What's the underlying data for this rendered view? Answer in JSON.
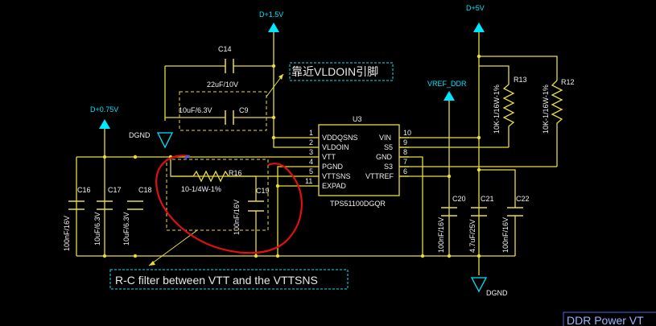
{
  "rails": {
    "d15v": "D+1.5V",
    "d5v": "D+5V",
    "d075v": "D+0.75V",
    "vref_ddr": "VREF_DDR",
    "dgnd_left": "DGND",
    "dgnd_right": "DGND"
  },
  "ic": {
    "ref": "U3",
    "part": "TPS51100DGQR",
    "left_pins": [
      {
        "num": "1",
        "name": "VDDQSNS"
      },
      {
        "num": "2",
        "name": "VLDOIN"
      },
      {
        "num": "3",
        "name": "VTT"
      },
      {
        "num": "4",
        "name": "PGND"
      },
      {
        "num": "5",
        "name": "VTTSNS"
      },
      {
        "num": "11",
        "name": "EXPAD"
      }
    ],
    "right_pins": [
      {
        "num": "10",
        "name": "VIN"
      },
      {
        "num": "9",
        "name": "S5"
      },
      {
        "num": "8",
        "name": "GND"
      },
      {
        "num": "7",
        "name": "S3"
      },
      {
        "num": "6",
        "name": "VTTREF"
      }
    ]
  },
  "parts": {
    "c14": {
      "ref": "C14",
      "value": "22uF/10V"
    },
    "c9": {
      "ref": "C9",
      "value": "10uF/6.3V"
    },
    "c16": {
      "ref": "C16",
      "value": "100nF/16V"
    },
    "c17": {
      "ref": "C17",
      "value": "10uF/6.3V"
    },
    "c18a": {
      "ref": "C18",
      "value": "10uF/6.3V"
    },
    "c19": {
      "ref": "C19",
      "value": "100nF/16V"
    },
    "r16": {
      "ref": "R16",
      "value": "10-1/4W-1%"
    },
    "r13": {
      "ref": "R13",
      "value": "10K-1/16W-1%"
    },
    "r12": {
      "ref": "R12",
      "value": "10K-1/16W-1%"
    },
    "c20": {
      "ref": "C20",
      "value": "100nF/16V"
    },
    "c21": {
      "ref": "C21",
      "value": "4.7uF/25V"
    },
    "c22": {
      "ref": "C22",
      "value": "100nF/16V"
    }
  },
  "annotations": {
    "vldoin_note": "靠近VLDOIN引脚",
    "rc_note": "R-C filter between VTT and the VTTSNS",
    "title_block": "DDR Power VT"
  },
  "colors": {
    "wire": "#e8dd3c",
    "net_label": "#00e6ff",
    "highlight": "#e01010",
    "background": "#000000"
  }
}
